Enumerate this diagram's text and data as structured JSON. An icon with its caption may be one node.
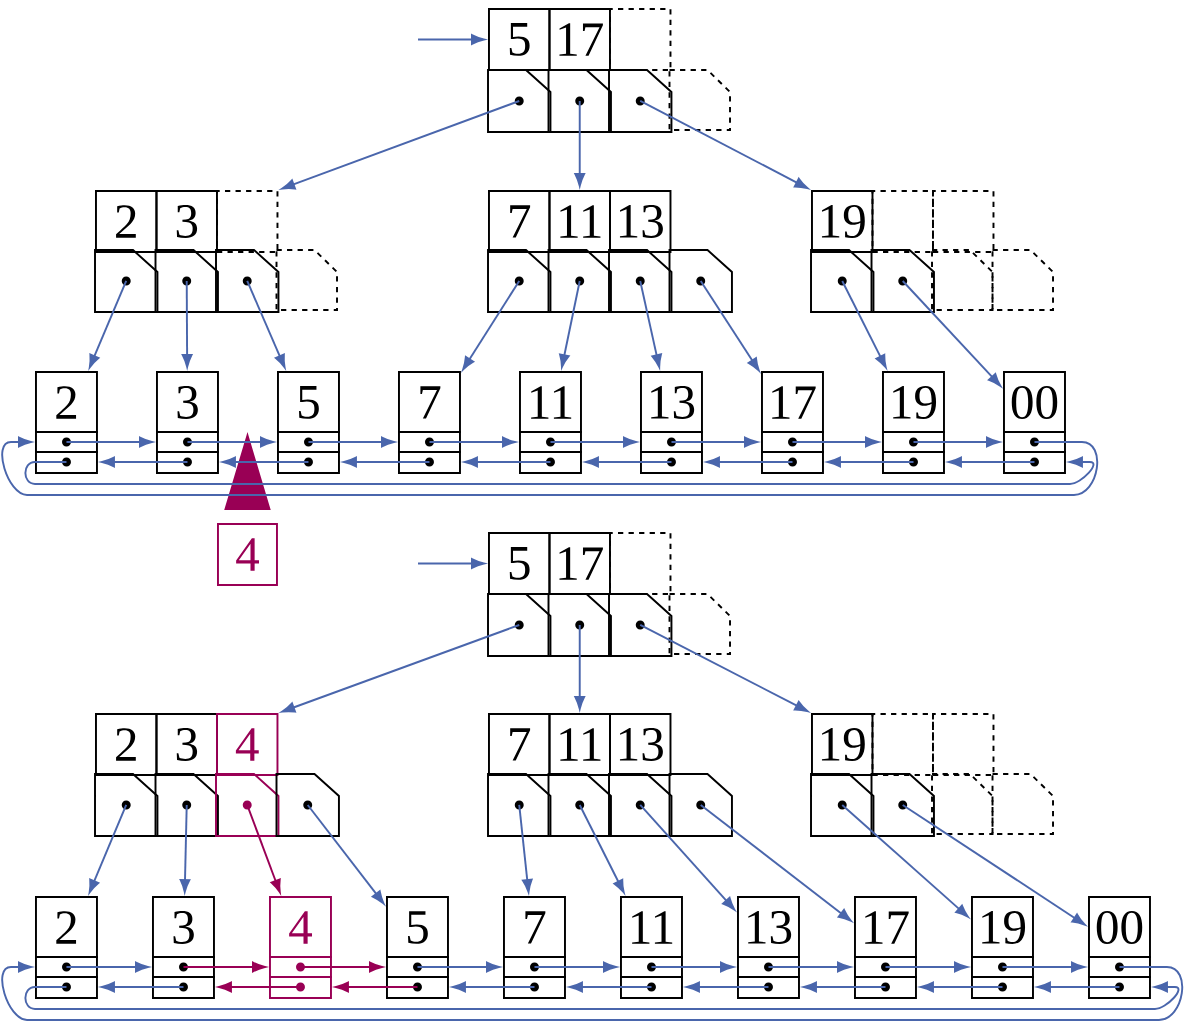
{
  "diagram": {
    "nodes": [
      {
        "text": [
          "5"
        ]
      },
      {
        "text": [
          "17"
        ]
      },
      {
        "text": [],
        "shape": "box"
      },
      {
        "text": [],
        "shape": "box"
      },
      {
        "text": [],
        "shape": "box"
      },
      {
        "text": [],
        "shape": "box"
      },
      {
        "text": [
          "2"
        ]
      },
      {
        "text": [
          "3"
        ]
      },
      {
        "text": [],
        "shape": "box"
      },
      {
        "text": [],
        "shape": "box"
      },
      {
        "text": [],
        "shape": "box"
      },
      {
        "text": [],
        "shape": "box"
      },
      {
        "text": [
          "7"
        ]
      },
      {
        "text": [
          "11"
        ]
      },
      {
        "text": [
          "13"
        ]
      },
      {
        "text": [],
        "shape": "box"
      },
      {
        "text": [],
        "shape": "box"
      },
      {
        "text": [],
        "shape": "box"
      },
      {
        "text": [],
        "shape": "box"
      },
      {
        "text": [
          "19"
        ]
      },
      {
        "text": [],
        "shape": "box"
      },
      {
        "text": [],
        "shape": "box"
      },
      {
        "text": [],
        "shape": "box"
      },
      {
        "text": [],
        "shape": "box"
      },
      {
        "text": [
          "2"
        ]
      },
      {
        "text": [
          "3"
        ]
      },
      {
        "text": [
          "5"
        ]
      },
      {
        "text": [
          "7"
        ]
      },
      {
        "text": [
          "11"
        ]
      },
      {
        "text": [
          "13"
        ]
      },
      {
        "text": [
          "17"
        ]
      },
      {
        "text": [
          "19"
        ]
      },
      {
        "text": [
          "00"
        ]
      },
      {
        "text": [
          "4"
        ]
      },
      {
        "text": [
          "5"
        ]
      },
      {
        "text": [
          "17"
        ]
      },
      {
        "text": [],
        "shape": "box"
      },
      {
        "text": [],
        "shape": "box"
      },
      {
        "text": [],
        "shape": "box"
      },
      {
        "text": [],
        "shape": "box"
      },
      {
        "text": [
          "2"
        ]
      },
      {
        "text": [
          "3"
        ]
      },
      {
        "text": [
          "4"
        ]
      },
      {
        "text": [],
        "shape": "box"
      },
      {
        "text": [],
        "shape": "box"
      },
      {
        "text": [],
        "shape": "box"
      },
      {
        "text": [],
        "shape": "box"
      },
      {
        "text": [
          "7"
        ]
      },
      {
        "text": [
          "11"
        ]
      },
      {
        "text": [
          "13"
        ]
      },
      {
        "text": [],
        "shape": "box"
      },
      {
        "text": [],
        "shape": "box"
      },
      {
        "text": [],
        "shape": "box"
      },
      {
        "text": [],
        "shape": "box"
      },
      {
        "text": [
          "19"
        ]
      },
      {
        "text": [],
        "shape": "box"
      },
      {
        "text": [],
        "shape": "box"
      },
      {
        "text": [],
        "shape": "box"
      },
      {
        "text": [],
        "shape": "box"
      },
      {
        "text": [
          "2"
        ]
      },
      {
        "text": [
          "3"
        ]
      },
      {
        "text": [
          "4"
        ]
      },
      {
        "text": [
          "5"
        ]
      },
      {
        "text": [
          "7"
        ]
      },
      {
        "text": [
          "11"
        ]
      },
      {
        "text": [
          "13"
        ]
      },
      {
        "text": [
          "17"
        ]
      },
      {
        "text": [
          "19"
        ]
      },
      {
        "text": [
          "00"
        ]
      }
    ],
    "edges": [
      {
        "from": null,
        "to": 0,
        "arrow": "to"
      },
      {
        "from": 3,
        "to": 8,
        "arrow": "to"
      },
      {
        "from": 4,
        "to": 13,
        "arrow": "to"
      },
      {
        "from": 5,
        "to": 19,
        "arrow": "to"
      },
      {
        "from": 9,
        "to": 24,
        "arrow": "to"
      },
      {
        "from": 10,
        "to": 25,
        "arrow": "to"
      },
      {
        "from": 11,
        "to": 26,
        "arrow": "to"
      },
      {
        "from": 15,
        "to": 27,
        "arrow": "to"
      },
      {
        "from": 16,
        "to": 28,
        "arrow": "to"
      },
      {
        "from": 17,
        "to": 29,
        "arrow": "to"
      },
      {
        "from": 18,
        "to": 30,
        "arrow": "to"
      },
      {
        "from": 22,
        "to": 31,
        "arrow": "to"
      },
      {
        "from": 23,
        "to": 32,
        "arrow": "to"
      },
      {
        "from": 24,
        "to": 25,
        "arrow": "to"
      },
      {
        "from": 25,
        "to": 26,
        "arrow": "to"
      },
      {
        "from": 26,
        "to": 27,
        "arrow": "to"
      },
      {
        "from": 27,
        "to": 28,
        "arrow": "to"
      },
      {
        "from": 28,
        "to": 29,
        "arrow": "to"
      },
      {
        "from": 29,
        "to": 30,
        "arrow": "to"
      },
      {
        "from": 30,
        "to": 31,
        "arrow": "to"
      },
      {
        "from": 31,
        "to": 32,
        "arrow": "to"
      },
      {
        "from": 25,
        "to": 24,
        "arrow": "to"
      },
      {
        "from": 26,
        "to": 25,
        "arrow": "to"
      },
      {
        "from": 27,
        "to": 26,
        "arrow": "to"
      },
      {
        "from": 28,
        "to": 27,
        "arrow": "to"
      },
      {
        "from": 29,
        "to": 28,
        "arrow": "to"
      },
      {
        "from": 30,
        "to": 29,
        "arrow": "to"
      },
      {
        "from": 31,
        "to": 30,
        "arrow": "to"
      },
      {
        "from": 32,
        "to": 31,
        "arrow": "to"
      },
      {
        "from": 32,
        "to": 24,
        "arrow": "to"
      },
      {
        "from": 24,
        "to": 32,
        "arrow": "to"
      },
      {
        "from": 33,
        "to": null,
        "arrow": "to",
        "color": "#990055"
      },
      {
        "from": null,
        "to": 34,
        "arrow": "to"
      },
      {
        "from": 37,
        "to": 42,
        "arrow": "to"
      },
      {
        "from": 38,
        "to": 48,
        "arrow": "to"
      },
      {
        "from": 39,
        "to": 54,
        "arrow": "to"
      },
      {
        "from": 43,
        "to": 59,
        "arrow": "to"
      },
      {
        "from": 44,
        "to": 60,
        "arrow": "to"
      },
      {
        "from": 45,
        "to": 61,
        "arrow": "to",
        "color": "#990055"
      },
      {
        "from": 46,
        "to": 62,
        "arrow": "to"
      },
      {
        "from": 50,
        "to": 63,
        "arrow": "to"
      },
      {
        "from": 51,
        "to": 64,
        "arrow": "to"
      },
      {
        "from": 52,
        "to": 65,
        "arrow": "to"
      },
      {
        "from": 53,
        "to": 66,
        "arrow": "to"
      },
      {
        "from": 57,
        "to": 67,
        "arrow": "to"
      },
      {
        "from": 58,
        "to": 68,
        "arrow": "to"
      },
      {
        "from": 59,
        "to": 60,
        "arrow": "to"
      },
      {
        "from": 60,
        "to": 61,
        "arrow": "to",
        "color": "#990055"
      },
      {
        "from": 61,
        "to": 62,
        "arrow": "to",
        "color": "#990055"
      },
      {
        "from": 62,
        "to": 63,
        "arrow": "to"
      },
      {
        "from": 63,
        "to": 64,
        "arrow": "to"
      },
      {
        "from": 64,
        "to": 65,
        "arrow": "to"
      },
      {
        "from": 65,
        "to": 66,
        "arrow": "to"
      },
      {
        "from": 66,
        "to": 67,
        "arrow": "to"
      },
      {
        "from": 67,
        "to": 68,
        "arrow": "to"
      },
      {
        "from": 60,
        "to": 59,
        "arrow": "to"
      },
      {
        "from": 61,
        "to": 60,
        "arrow": "to",
        "color": "#990055"
      },
      {
        "from": 62,
        "to": 61,
        "arrow": "to",
        "color": "#990055"
      },
      {
        "from": 63,
        "to": 62,
        "arrow": "to"
      },
      {
        "from": 64,
        "to": 63,
        "arrow": "to"
      },
      {
        "from": 65,
        "to": 64,
        "arrow": "to"
      },
      {
        "from": 66,
        "to": 65,
        "arrow": "to"
      },
      {
        "from": 67,
        "to": 66,
        "arrow": "to"
      },
      {
        "from": 68,
        "to": 67,
        "arrow": "to"
      },
      {
        "from": 68,
        "to": 59,
        "arrow": "to"
      },
      {
        "from": 59,
        "to": 68,
        "arrow": "to"
      }
    ]
  }
}
